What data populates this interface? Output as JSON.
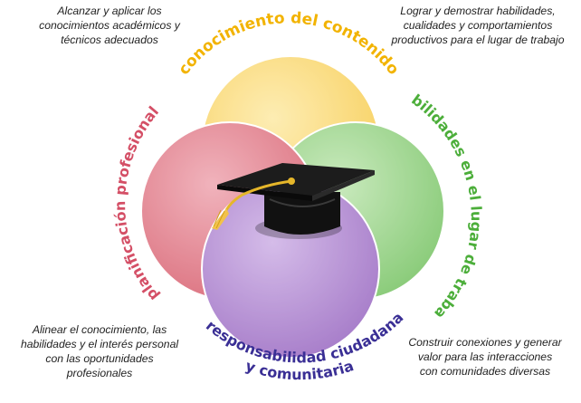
{
  "descriptions": {
    "top_left": [
      "Alcanzar y aplicar los",
      "conocimientos académicos y",
      "técnicos adecuados"
    ],
    "top_right": [
      "Lograr y demostrar habilidades,",
      "cualidades y comportamientos",
      "productivos para el lugar de trabajo"
    ],
    "bottom_left": [
      "Alinear el conocimiento, las",
      "habilidades y el interés personal",
      "con las oportunidades",
      "profesionales"
    ],
    "bottom_right": [
      "Construir conexiones y generar",
      "valor para las interacciones",
      "con comunidades diversas"
    ]
  },
  "circles": [
    {
      "label": "conocimiento del contenido",
      "color": "#f6c22e"
    },
    {
      "label": "habilidades en el lugar de trabajo",
      "color": "#62ba4c"
    },
    {
      "label": "planificación profesional",
      "color": "#d14557"
    },
    {
      "label": "responsabilidad ciudadana",
      "label_line2": "y comunitaria",
      "color": "#8a52b8"
    }
  ],
  "label_colors": {
    "top": "#f2b300",
    "right": "#4cae3a",
    "left": "#d44f66",
    "bottom": "#3a2f95"
  },
  "center_icon": "graduation-cap-icon"
}
